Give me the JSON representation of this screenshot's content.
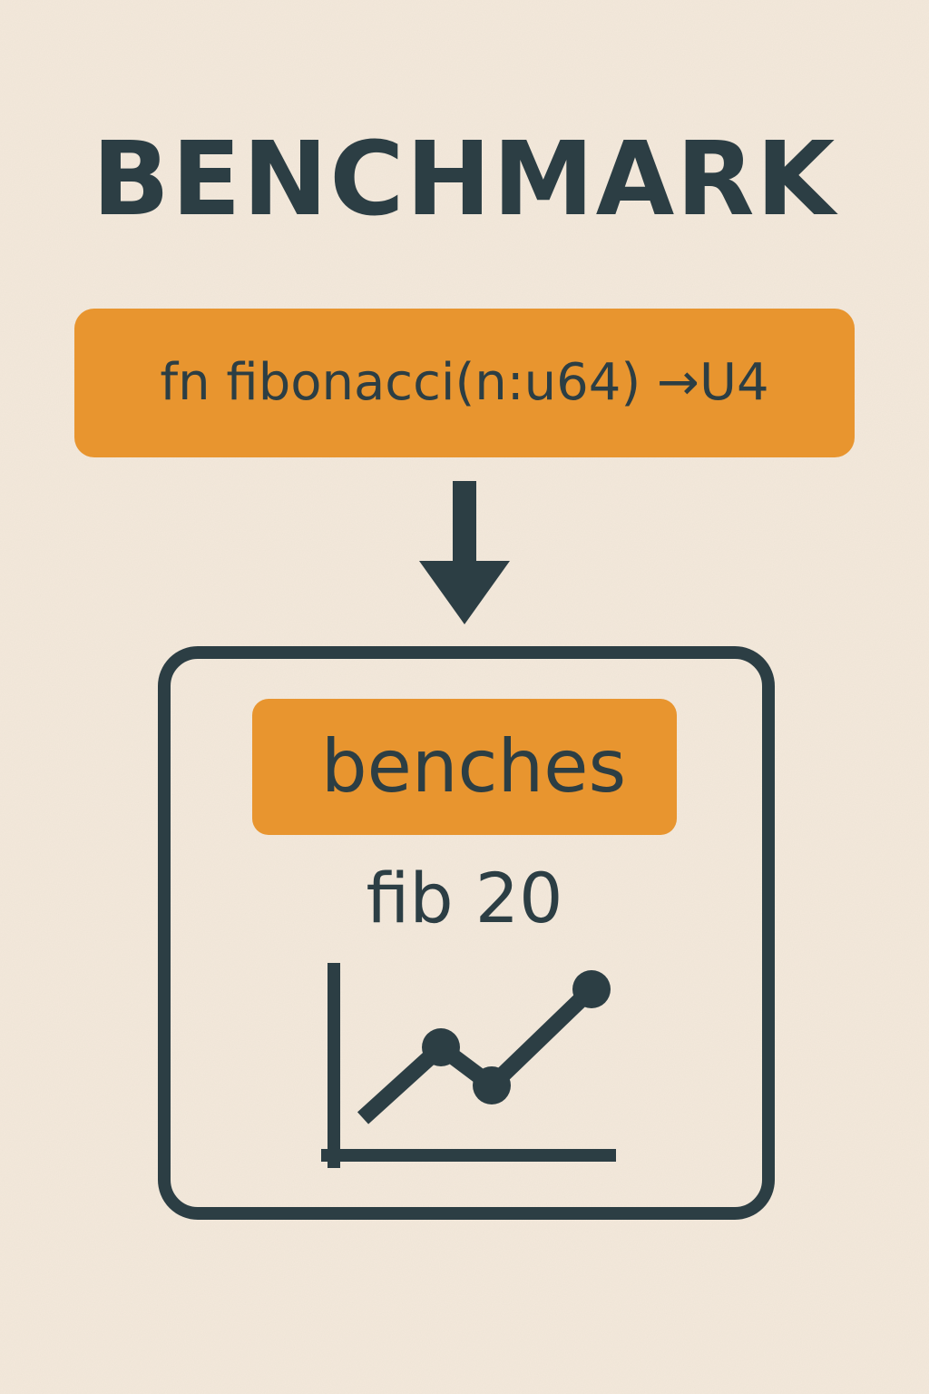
{
  "colors": {
    "background": "#f3e8da",
    "ink": "#2c3e44",
    "accent": "#e8952f"
  },
  "title": "BENCHMARK",
  "code_box": {
    "text": "fn fibonacci(n:u64) →U4"
  },
  "arrow": {
    "icon": "arrow-down-icon"
  },
  "bench_box": {
    "label": "benches",
    "benchmark_name": "fib 20",
    "chart_icon": "line-chart-icon"
  }
}
